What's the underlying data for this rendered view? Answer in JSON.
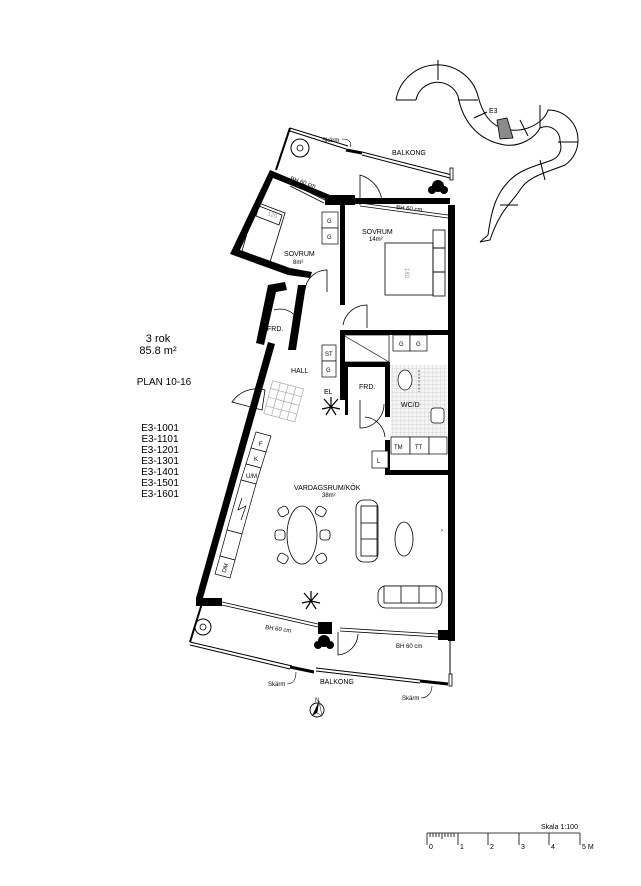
{
  "apartment": {
    "rooms_label": "3 rok",
    "area_label": "85.8 m²",
    "plan_label": "PLAN 10-16",
    "unit_ids": [
      "E3-1001",
      "E3-1101",
      "E3-1201",
      "E3-1301",
      "E3-1401",
      "E3-1501",
      "E3-1601"
    ]
  },
  "key_plan": {
    "building_label": "E3",
    "highlight_color": "#8a8a8a"
  },
  "rooms": {
    "bedroom_small": {
      "name": "SOVRUM",
      "area": "8m²",
      "bed_size": "120"
    },
    "bedroom_large": {
      "name": "SOVRUM",
      "area": "14m²",
      "bed_size": "180"
    },
    "hall": {
      "name": "HALL"
    },
    "closet_1": {
      "name": "FRD."
    },
    "closet_2": {
      "name": "FRD."
    },
    "bathroom": {
      "name": "WC/D"
    },
    "living_kitchen": {
      "name": "VARDAGSRUM/KÖK",
      "area": "38m²"
    },
    "balcony_top": {
      "name": "BALKONG"
    },
    "balcony_bottom": {
      "name": "BALKONG"
    }
  },
  "annotations": {
    "window_top_left": "BH 60 cm",
    "window_top_right": "BH 60 cm",
    "window_bottom_left": "BH 60 cm",
    "window_bottom_right": "BH 60 cm",
    "screen_top": "Skärm",
    "screen_bottom_left": "Skärm",
    "screen_bottom_right": "Skärm"
  },
  "fixtures": {
    "wardrobe": "G",
    "storage": "ST",
    "electrical": "EL",
    "fridge": "F",
    "freezer": "K",
    "oven_micro": "U/M",
    "dishwasher": "DM",
    "washer": "TM",
    "dryer": "TT",
    "linen": "L"
  },
  "compass": {
    "label": "N"
  },
  "scale_bar": {
    "title": "Skala 1:100",
    "ticks": [
      "0",
      "1",
      "2",
      "3",
      "4",
      "5 M"
    ]
  }
}
